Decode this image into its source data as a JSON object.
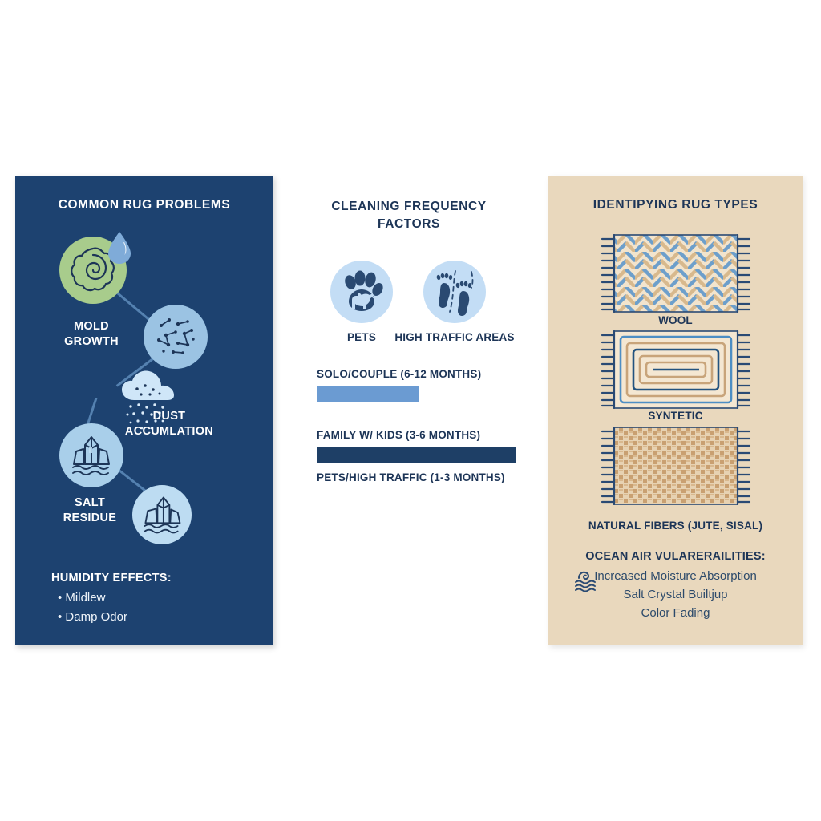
{
  "colors": {
    "navy_panel": "#1d4270",
    "navy_text": "#1d3557",
    "beige_panel": "#e9d8bd",
    "light_blue": "#9bc3e3",
    "pale_blue": "#c3ddf5",
    "bar_light": "#6b9bd2",
    "bar_dark": "#1e3f66",
    "mold_green": "#a8cc8c",
    "white": "#ffffff",
    "tan": "#c8a47a"
  },
  "panels": {
    "problems": {
      "title": "COMMON RUG PROBLEMS",
      "nodes": [
        {
          "id": "mold",
          "label": "MOLD\nGROWTH",
          "icon": "mold-spiral-icon",
          "circle_color": "#a8cc8c"
        },
        {
          "id": "dust",
          "label": "DUST\nACCUMLATION",
          "icon": "dust-particles-icon",
          "circle_color": "#9bc3e3"
        },
        {
          "id": "cloud",
          "label": "",
          "icon": "rain-cloud-icon",
          "circle_color": "#bddcf2"
        },
        {
          "id": "salt1",
          "label": "SALT\nRESIDUE",
          "icon": "salt-crystal-icon",
          "circle_color": "#a9cfea"
        },
        {
          "id": "salt2",
          "label": "",
          "icon": "salt-crystal-icon",
          "circle_color": "#bddcf2"
        }
      ],
      "node_labels": {
        "mold_line1": "MOLD",
        "mold_line2": "GROWTH",
        "dust_line1": "DUST",
        "dust_line2": "ACCUMLATION",
        "salt_line1": "SALT",
        "salt_line2": "RESIDUE"
      },
      "humidity": {
        "heading": "HUMIDITY EFFECTS:",
        "items": [
          "Mildlew",
          "Damp Odor"
        ]
      }
    },
    "frequency": {
      "title_line1": "CLEANING FREQUENCY",
      "title_line2": "FACTORS",
      "factors": [
        {
          "label": "PETS",
          "icon": "paw-print-dog-icon"
        },
        {
          "label": "HIGH TRAFFIC AREAS",
          "icon": "footprints-icon"
        }
      ]
    },
    "rugtypes": {
      "title": "IDENTIPYING RUG TYPES",
      "rugs": [
        {
          "caption": "WOOL",
          "pattern": "herringbone-weave",
          "icon": "wool-rug-icon"
        },
        {
          "caption": "SYNTETIC",
          "pattern": "concentric-rectangles",
          "icon": "synthetic-rug-icon"
        },
        {
          "caption": "NATURAL FIBERS (JUTE, SISAL)",
          "pattern": "coarse-basket-weave",
          "icon": "natural-fiber-rug-icon"
        }
      ],
      "ocean": {
        "heading": "OCEAN AIR VULARERAILITIES:",
        "icon": "wave-icon",
        "items": [
          "Increased Moisture Absorption",
          "Salt Crystal Builtjup",
          "Color Fading"
        ]
      }
    }
  },
  "chart_data": {
    "type": "bar",
    "title": "CLEANING FREQUENCY FACTORS",
    "orientation": "horizontal",
    "categories": [
      "SOLO/COUPLE (6-12 MONTHS)",
      "FAMILY W/ KIDS (3-6 MONTHS)",
      "PETS/HIGH TRAFFIC (1-3 MONTHS)"
    ],
    "values": [
      49,
      95,
      0
    ],
    "value_unit": "relative bar length (%)",
    "bar_colors": [
      "#6b9bd2",
      "#1e3f66",
      "none"
    ],
    "xlabel": "",
    "ylabel": "",
    "xlim": [
      0,
      100
    ],
    "grid": false,
    "legend": "none",
    "notes": "Third category label is shown without a drawn bar."
  }
}
